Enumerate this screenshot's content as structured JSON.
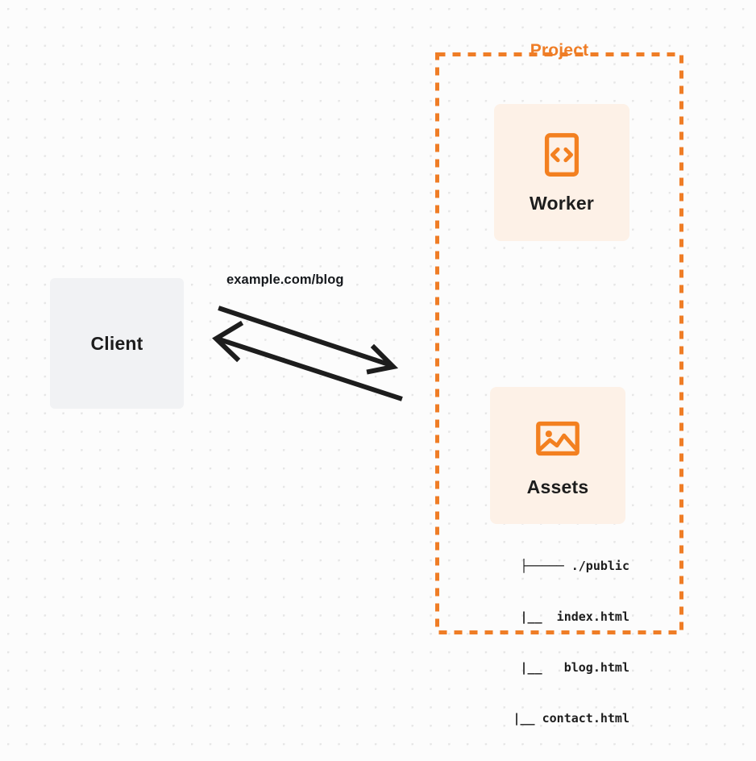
{
  "diagram": {
    "type": "architecture-flow",
    "background": {
      "style": "dot-grid",
      "color": "#fcfcfc",
      "dot_color": "#e6e6e6"
    }
  },
  "client": {
    "label": "Client",
    "background": "#f1f2f4",
    "text_color": "#1d1d1d"
  },
  "connection": {
    "label": "example.com/blog",
    "color": "#16191d",
    "request_direction": "client-to-project",
    "response_direction": "project-to-client"
  },
  "project": {
    "title": "Project",
    "border_color": "#ef7d26",
    "border_style": "dashed",
    "cards": [
      {
        "id": "worker",
        "label": "Worker",
        "icon": "code-brackets-icon",
        "background": "#fdf1e7",
        "icon_color": "#f38020"
      },
      {
        "id": "assets",
        "label": "Assets",
        "icon": "image-landscape-icon",
        "background": "#fdf1e7",
        "icon_color": "#f38020"
      }
    ],
    "file_tree": {
      "rows": [
        "├───── ./public",
        "     |__  index.html",
        "     |__   blog.html",
        "     |__ contact.html"
      ],
      "text_color": "#1d1d1d"
    }
  }
}
